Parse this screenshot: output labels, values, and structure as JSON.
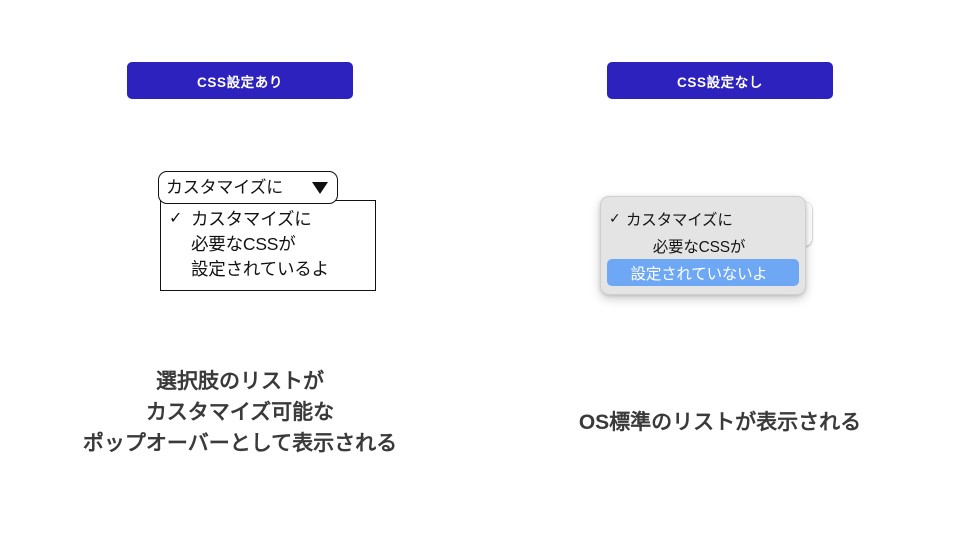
{
  "page": {
    "background_color": "#ffffff",
    "accent_color": "#2d22be",
    "highlight_color": "#6ea8f5",
    "caption_color": "#3a3a3a"
  },
  "left_panel": {
    "header_label": "CSS設定あり",
    "select": {
      "value": "カスタマイズに",
      "caret_icon": "chevron-down-icon"
    },
    "popover": {
      "check_icon": "check-icon",
      "rows": [
        {
          "checked": true,
          "text": "カスタマイズに"
        },
        {
          "checked": false,
          "text": "必要なCSSが"
        },
        {
          "checked": false,
          "text": "設定されているよ"
        }
      ]
    },
    "caption_lines": [
      "選択肢のリストが",
      "カスタマイズ可能な",
      "ポップオーバーとして表示される"
    ]
  },
  "right_panel": {
    "header_label": "CSS設定なし",
    "native_popup": {
      "check_icon": "check-icon",
      "rows": [
        {
          "checked": true,
          "selected": false,
          "text": "カスタマイズに"
        },
        {
          "checked": false,
          "selected": false,
          "text": "必要なCSSが"
        },
        {
          "checked": false,
          "selected": true,
          "text": "設定されていないよ"
        }
      ]
    },
    "caption_lines": [
      "OS標準のリストが表示される"
    ]
  }
}
